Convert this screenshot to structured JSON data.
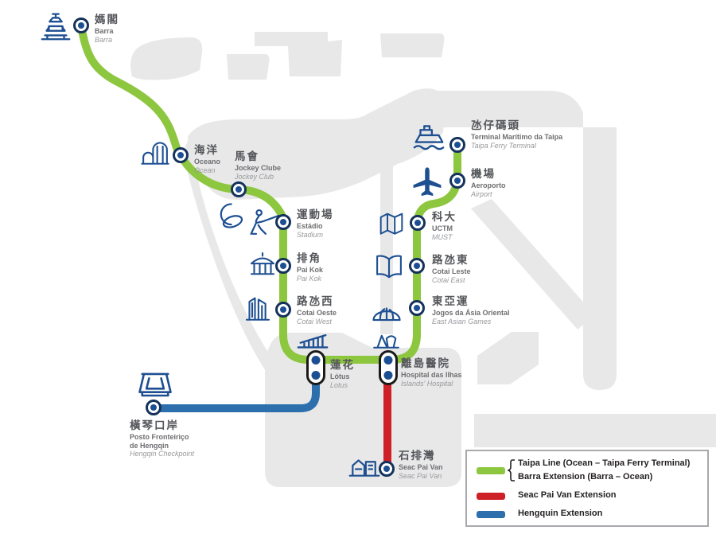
{
  "lines": [
    {
      "key": "taipa",
      "color": "#8DC63F",
      "legend_label": "Taipa Line (Ocean – Taipa Ferry Terminal)",
      "legend_label2": "Barra Extension (Barra – Ocean)"
    },
    {
      "key": "seac_pai_van",
      "color": "#CE2027",
      "legend_label": "Seac Pai Van Extension"
    },
    {
      "key": "hengqin",
      "color": "#2C6FAC",
      "legend_label": "Hengquin Extension"
    }
  ],
  "stations": [
    {
      "id": "barra",
      "zh": "媽閣",
      "pt": "Barra",
      "en": "Barra",
      "type": "regular",
      "icon": "ama-temple-icon"
    },
    {
      "id": "oceano",
      "zh": "海洋",
      "pt": "Oceano",
      "en": "Ocean",
      "type": "regular",
      "icon": "ocean-towers-icon"
    },
    {
      "id": "jockey-club",
      "zh": "馬會",
      "pt": "Jockey Clube",
      "en": "Jockey Club",
      "type": "regular",
      "icon": "horseshoe-icon"
    },
    {
      "id": "estadio",
      "zh": "運動場",
      "pt": "Estádio",
      "en": "Stadium",
      "type": "regular",
      "icon": "fencer-icon"
    },
    {
      "id": "pai-kok",
      "zh": "排角",
      "pt": "Pai Kok",
      "en": "Pai Kok",
      "type": "regular",
      "icon": "pavilion-icon"
    },
    {
      "id": "cotai-west",
      "zh": "路氹西",
      "pt": "Cotai Oeste",
      "en": "Cotai West",
      "type": "regular",
      "icon": "skyscrapers-icon"
    },
    {
      "id": "lotus",
      "zh": "蓮花",
      "pt": "Lótus",
      "en": "Lotus",
      "type": "interchange",
      "icon": "lotus-bridge-icon"
    },
    {
      "id": "hospital-das-ilhas",
      "zh": "離島醫院",
      "pt": "Hospital das Ilhas",
      "en": "Islands' Hospital",
      "type": "interchange",
      "icon": "dome-building-icon"
    },
    {
      "id": "seac-pai-van",
      "zh": "石排灣",
      "pt": "Seac Pai Van",
      "en": "Seac Pai Van",
      "type": "regular",
      "icon": "village-houses-icon"
    },
    {
      "id": "hengqin-checkpoint",
      "zh": "橫琴口岸",
      "pt": "Posto Fronteiriço\nde Hengqin",
      "en": "Hengqin Checkpoint",
      "type": "regular",
      "icon": "border-gate-icon"
    },
    {
      "id": "uctm",
      "zh": "科大",
      "pt": "UCTM",
      "en": "MUST",
      "type": "regular",
      "icon": "folded-map-icon"
    },
    {
      "id": "cotai-east",
      "zh": "路氹東",
      "pt": "Cotai Leste",
      "en": "Cotai East",
      "type": "regular",
      "icon": "open-book-icon"
    },
    {
      "id": "east-asian-games",
      "zh": "東亞運",
      "pt": "Jogos da Ásia Oriental",
      "en": "East Asian Games",
      "type": "regular",
      "icon": "stadium-dome-icon"
    },
    {
      "id": "aeroporto",
      "zh": "機場",
      "pt": "Aeroporto",
      "en": "Airport",
      "type": "regular",
      "icon": "airplane-icon"
    },
    {
      "id": "taipa-ferry-terminal",
      "zh": "氹仔碼頭",
      "pt": "Terminal Marítimo da Taipa",
      "en": "Taipa Ferry Terminal",
      "type": "regular",
      "icon": "ferry-icon"
    }
  ],
  "colors": {
    "land": "#E8E8E9",
    "station_icon_navy": "#1D4F91",
    "marker_ring": "#14325B",
    "marker_dot": "#1C4E92",
    "interchange_border": "#1A1A1A",
    "legend_text": "#231F20"
  }
}
